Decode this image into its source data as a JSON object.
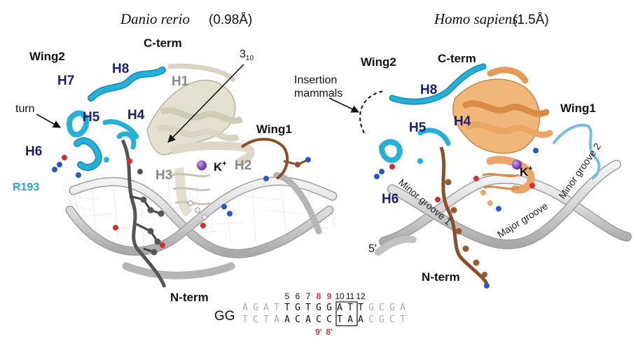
{
  "left_panel": {
    "species": "Danio rerio",
    "resolution": "(0.98Å)",
    "labels": {
      "c_term": "C-term",
      "three_ten": "3",
      "three_ten_sub": "10",
      "wing2": "Wing2",
      "h8": "H8",
      "h7": "H7",
      "h1": "H1",
      "turn": "turn",
      "h5": "H5",
      "h4": "H4",
      "wing1": "Wing1",
      "h6": "H6",
      "h3": "H3",
      "h2": "H2",
      "k_ion": "K",
      "k_sup": "+",
      "r193": "R193",
      "n_term": "N-term"
    }
  },
  "right_panel": {
    "species": "Homo sapiens",
    "resolution": "(1.5Å)",
    "labels": {
      "wing2": "Wing2",
      "c_term": "C-term",
      "insertion_line1": "Insertion",
      "insertion_line2": "mammals",
      "h8": "H8",
      "wing1": "Wing1",
      "h5": "H5",
      "h4": "H4",
      "k_ion": "K",
      "k_sup": "+",
      "h6": "H6",
      "minor_groove_1": "Minor groove 1",
      "minor_groove_2": "Minor groove 2",
      "major_groove": "Major groove",
      "five_prime": "5'",
      "n_term": "N-term"
    }
  },
  "sequence": {
    "prefix": "GG",
    "positions": [
      "5",
      "6",
      "7",
      "8",
      "9",
      "10",
      "11",
      "12"
    ],
    "highlight_positions": [
      "8",
      "9"
    ],
    "top_left_gray": [
      "A",
      "G",
      "A",
      "T"
    ],
    "top_black": [
      "T",
      "G",
      "T",
      "G",
      "G",
      "A",
      "T",
      "T"
    ],
    "top_right_gray": [
      "G",
      "C",
      "G",
      "A"
    ],
    "bottom_left_gray": [
      "T",
      "C",
      "T",
      "A"
    ],
    "bottom_black": [
      "A",
      "C",
      "A",
      "C",
      "C",
      "T",
      "A",
      "A"
    ],
    "bottom_right_gray": [
      "C",
      "G",
      "C",
      "T"
    ],
    "bottom_numbers": [
      "9'",
      "8'"
    ]
  },
  "colors": {
    "cyan": "#1aa3cf",
    "cream": "#e3e0cf",
    "orange": "#e8a866",
    "brown": "#8b4f2a",
    "dark_gray": "#5c5c5c",
    "navy_label": "#1a1f6e",
    "red_number": "#c23b3b",
    "purple_ion": "#7a3bc4"
  }
}
